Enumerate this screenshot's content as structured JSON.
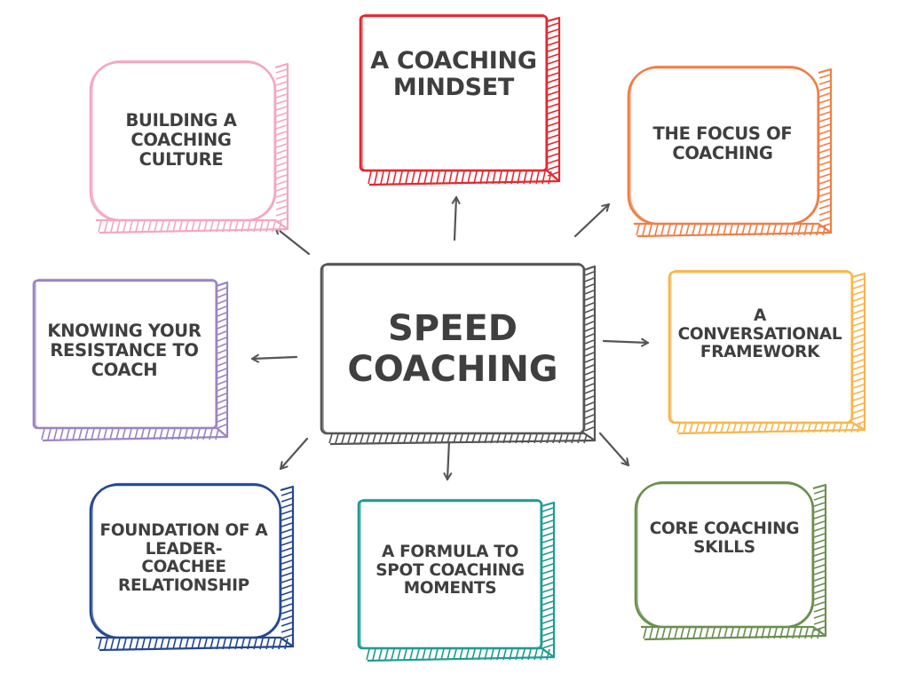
{
  "center": {
    "label": "SPEED\nCOACHING",
    "color": "#555555"
  },
  "nodes": [
    {
      "id": "building-culture",
      "label": "BUILDING A\nCOACHING\nCULTURE",
      "color": "#f4a7bf"
    },
    {
      "id": "coaching-mindset",
      "label": "A COACHING\nMINDSET",
      "color": "#e3282f"
    },
    {
      "id": "focus-of-coaching",
      "label": "THE FOCUS OF\nCOACHING",
      "color": "#ef7e46"
    },
    {
      "id": "knowing-resistance",
      "label": "KNOWING YOUR\nRESISTANCE TO\nCOACH",
      "color": "#9b85c2"
    },
    {
      "id": "conversational-framework",
      "label": "A\nCONVERSATIONAL\nFRAMEWORK",
      "color": "#f7b64c"
    },
    {
      "id": "leader-coachee",
      "label": "FOUNDATION OF A\nLEADER-\nCOACHEE\nRELATIONSHIP",
      "color": "#24478f"
    },
    {
      "id": "formula-moments",
      "label": "A FORMULA TO\nSPOT COACHING\nMOMENTS",
      "color": "#1f9b94"
    },
    {
      "id": "core-skills",
      "label": "CORE COACHING\nSKILLS",
      "color": "#6a8f4f"
    }
  ],
  "arrow_color": "#555555"
}
